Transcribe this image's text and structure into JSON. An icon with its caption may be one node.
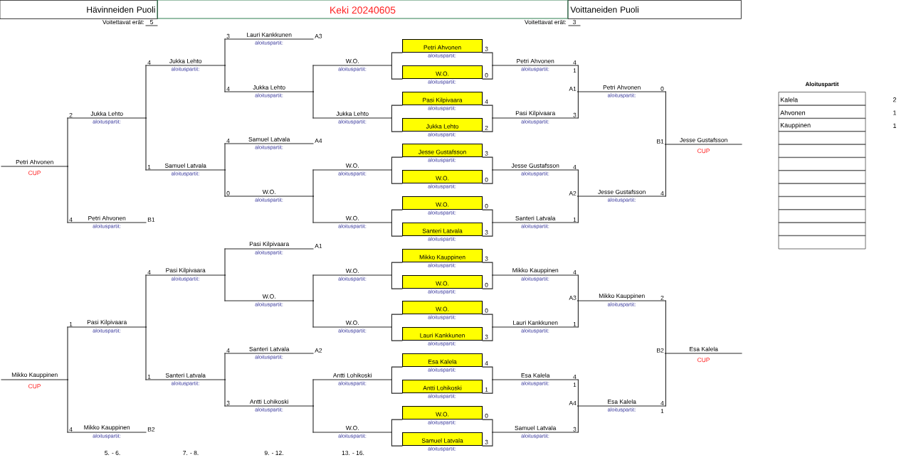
{
  "diagram": {
    "title": "Keki 20240605",
    "nodes": [
      {
        "text": [
          "Hävinneiden Puoli"
        ]
      },
      {
        "text": [
          "Voittaneiden Puoli"
        ]
      },
      {
        "text": [
          "Petri Ahvonen",
          "CUP"
        ]
      },
      {
        "text": [
          "Mikko Kauppinen",
          "CUP"
        ]
      },
      {
        "text": [
          "Jukka Lehto",
          "aloituspartit:",
          "2"
        ]
      },
      {
        "text": [
          "Petri Ahvonen",
          "aloituspartit:",
          "4"
        ],
        "beside": [
          "B1"
        ]
      },
      {
        "text": [
          "Pasi Kilpivaara",
          "aloituspartit:",
          "1"
        ]
      },
      {
        "text": [
          "Mikko Kauppinen",
          "aloituspartit:",
          "4"
        ],
        "beside": [
          "B2"
        ]
      },
      {
        "text": [
          "Jukka Lehto",
          "aloituspartit:",
          "4"
        ]
      },
      {
        "text": [
          "Samuel Latvala",
          "aloituspartit:",
          "1"
        ]
      },
      {
        "text": [
          "Pasi Kilpivaara",
          "aloituspartit:",
          "4"
        ]
      },
      {
        "text": [
          "Santeri Latvala",
          "aloituspartit:",
          "1"
        ]
      },
      {
        "text": [
          "Lauri Kankkunen",
          "aloituspartit:",
          "3"
        ],
        "beside": [
          "A3"
        ]
      },
      {
        "text": [
          "Jukka Lehto",
          "aloituspartit:",
          "4"
        ]
      },
      {
        "text": [
          "Samuel Latvala",
          "aloituspartit:",
          "4"
        ],
        "beside": [
          "A4"
        ]
      },
      {
        "text": [
          "W.O.",
          "aloituspartit:",
          "0"
        ]
      },
      {
        "text": [
          "Pasi Kilpivaara",
          "aloituspartit:"
        ],
        "beside": [
          "A1"
        ]
      },
      {
        "text": [
          "W.O.",
          "aloituspartit:"
        ]
      },
      {
        "text": [
          "Santeri Latvala",
          "aloituspartit:",
          "4"
        ],
        "beside": [
          "A2"
        ]
      },
      {
        "text": [
          "Antti Lohikoski",
          "aloituspartit:",
          "3"
        ]
      },
      {
        "text": [
          "W.O.",
          "aloituspartit:"
        ]
      },
      {
        "text": [
          "Jukka Lehto",
          "aloituspartit:"
        ]
      },
      {
        "text": [
          "W.O.",
          "aloituspartit:"
        ]
      },
      {
        "text": [
          "W.O.",
          "aloituspartit:"
        ]
      },
      {
        "text": [
          "W.O.",
          "aloituspartit:"
        ]
      },
      {
        "text": [
          "W.O.",
          "aloituspartit:"
        ]
      },
      {
        "text": [
          "Antti Lohikoski",
          "aloituspartit:"
        ]
      },
      {
        "text": [
          "W.O.",
          "aloituspartit:"
        ]
      },
      {
        "text": [
          "Petri Ahvonen",
          "aloituspartit:"
        ],
        "beside": [
          "3"
        ]
      },
      {
        "text": [
          "W.O.",
          "aloituspartit:"
        ],
        "beside": [
          "0"
        ]
      },
      {
        "text": [
          "Pasi Kilpivaara",
          "aloituspartit:"
        ],
        "beside": [
          "4"
        ]
      },
      {
        "text": [
          "Jukka Lehto",
          "aloituspartit:"
        ],
        "beside": [
          "2"
        ]
      },
      {
        "text": [
          "Jesse Gustafsson",
          "aloituspartit:"
        ],
        "beside": [
          "3"
        ]
      },
      {
        "text": [
          "W.O.",
          "aloituspartit:"
        ],
        "beside": [
          "0"
        ]
      },
      {
        "text": [
          "W.O.",
          "aloituspartit:"
        ],
        "beside": [
          "0"
        ]
      },
      {
        "text": [
          "Santeri Latvala",
          "aloituspartit:"
        ],
        "beside": [
          "3"
        ]
      },
      {
        "text": [
          "Mikko Kauppinen",
          "aloituspartit:"
        ],
        "beside": [
          "3"
        ]
      },
      {
        "text": [
          "W.O.",
          "aloituspartit:"
        ],
        "beside": [
          "0"
        ]
      },
      {
        "text": [
          "W.O.",
          "aloituspartit:"
        ],
        "beside": [
          "0"
        ]
      },
      {
        "text": [
          "Lauri Kankkunen",
          "aloituspartit:"
        ],
        "beside": [
          "3"
        ]
      },
      {
        "text": [
          "Esa Kalela",
          "aloituspartit:"
        ],
        "beside": [
          "4"
        ]
      },
      {
        "text": [
          "Antti Lohikoski",
          "aloituspartit:"
        ],
        "beside": [
          "1"
        ]
      },
      {
        "text": [
          "W.O.",
          "aloituspartit:"
        ],
        "beside": [
          "0"
        ]
      },
      {
        "text": [
          "Samuel Latvala",
          "aloituspartit:"
        ],
        "beside": [
          "3"
        ]
      },
      {
        "text": [
          "Petri Ahvonen",
          "aloituspartit:",
          "4",
          "1"
        ]
      },
      {
        "text": [
          "Pasi Kilpivaara",
          "aloituspartit:",
          "3"
        ]
      },
      {
        "text": [
          "Jesse Gustafsson",
          "aloituspartit:",
          "4"
        ]
      },
      {
        "text": [
          "Santeri Latvala",
          "aloituspartit:",
          "1"
        ]
      },
      {
        "text": [
          "Mikko Kauppinen",
          "aloituspartit:",
          "4"
        ]
      },
      {
        "text": [
          "Lauri Kankkunen",
          "aloituspartit:",
          "1"
        ]
      },
      {
        "text": [
          "Esa Kalela",
          "aloituspartit:",
          "4",
          "1"
        ]
      },
      {
        "text": [
          "Samuel Latvala",
          "aloituspartit:",
          "3"
        ]
      },
      {
        "text": [
          "Petri Ahvonen",
          "aloituspartit:",
          "0"
        ],
        "beside": [
          "A1"
        ]
      },
      {
        "text": [
          "Jesse Gustafsson",
          "aloituspartit:",
          "4"
        ],
        "beside": [
          "A2"
        ]
      },
      {
        "text": [
          "Mikko Kauppinen",
          "aloituspartit:",
          "2"
        ],
        "beside": [
          "A3"
        ]
      },
      {
        "text": [
          "Esa Kalela",
          "aloituspartit:",
          "4",
          "1"
        ],
        "beside": [
          "A4"
        ]
      },
      {
        "text": [
          "Jesse Gustafsson",
          "CUP"
        ],
        "beside": [
          "B1"
        ]
      },
      {
        "text": [
          "Esa Kalela",
          "CUP"
        ],
        "beside": [
          "B2"
        ]
      }
    ],
    "edges": [
      {
        "from": 4,
        "to": 2,
        "arrow": "none"
      },
      {
        "from": 5,
        "to": 2,
        "arrow": "none"
      },
      {
        "from": 6,
        "to": 3,
        "arrow": "none"
      },
      {
        "from": 7,
        "to": 3,
        "arrow": "none"
      },
      {
        "from": 8,
        "to": 4,
        "arrow": "none"
      },
      {
        "from": 9,
        "to": 4,
        "arrow": "none"
      },
      {
        "from": 10,
        "to": 6,
        "arrow": "none"
      },
      {
        "from": 11,
        "to": 6,
        "arrow": "none"
      },
      {
        "from": 12,
        "to": 8,
        "arrow": "none"
      },
      {
        "from": 13,
        "to": 8,
        "arrow": "none"
      },
      {
        "from": 14,
        "to": 9,
        "arrow": "none"
      },
      {
        "from": 15,
        "to": 9,
        "arrow": "none"
      },
      {
        "from": 16,
        "to": 10,
        "arrow": "none"
      },
      {
        "from": 17,
        "to": 10,
        "arrow": "none"
      },
      {
        "from": 18,
        "to": 11,
        "arrow": "none"
      },
      {
        "from": 19,
        "to": 11,
        "arrow": "none"
      },
      {
        "from": 20,
        "to": 13,
        "arrow": "none"
      },
      {
        "from": 21,
        "to": 13,
        "arrow": "none"
      },
      {
        "from": 22,
        "to": 15,
        "arrow": "none"
      },
      {
        "from": 23,
        "to": 15,
        "arrow": "none"
      },
      {
        "from": 24,
        "to": 17,
        "arrow": "none"
      },
      {
        "from": 25,
        "to": 17,
        "arrow": "none"
      },
      {
        "from": 26,
        "to": 19,
        "arrow": "none"
      },
      {
        "from": 27,
        "to": 19,
        "arrow": "none"
      },
      {
        "from": 28,
        "to": 20,
        "arrow": "none"
      },
      {
        "from": 29,
        "to": 20,
        "arrow": "none"
      },
      {
        "from": 30,
        "to": 21,
        "arrow": "none"
      },
      {
        "from": 31,
        "to": 21,
        "arrow": "none"
      },
      {
        "from": 32,
        "to": 22,
        "arrow": "none"
      },
      {
        "from": 33,
        "to": 22,
        "arrow": "none"
      },
      {
        "from": 34,
        "to": 23,
        "arrow": "none"
      },
      {
        "from": 35,
        "to": 23,
        "arrow": "none"
      },
      {
        "from": 36,
        "to": 24,
        "arrow": "none"
      },
      {
        "from": 37,
        "to": 24,
        "arrow": "none"
      },
      {
        "from": 38,
        "to": 25,
        "arrow": "none"
      },
      {
        "from": 39,
        "to": 25,
        "arrow": "none"
      },
      {
        "from": 40,
        "to": 26,
        "arrow": "none"
      },
      {
        "from": 41,
        "to": 26,
        "arrow": "none"
      },
      {
        "from": 42,
        "to": 27,
        "arrow": "none"
      },
      {
        "from": 43,
        "to": 27,
        "arrow": "none"
      },
      {
        "from": 28,
        "to": 44,
        "arrow": "none"
      },
      {
        "from": 29,
        "to": 44,
        "arrow": "none"
      },
      {
        "from": 30,
        "to": 45,
        "arrow": "none"
      },
      {
        "from": 31,
        "to": 45,
        "arrow": "none"
      },
      {
        "from": 32,
        "to": 46,
        "arrow": "none"
      },
      {
        "from": 33,
        "to": 46,
        "arrow": "none"
      },
      {
        "from": 34,
        "to": 47,
        "arrow": "none"
      },
      {
        "from": 35,
        "to": 47,
        "arrow": "none"
      },
      {
        "from": 36,
        "to": 48,
        "arrow": "none"
      },
      {
        "from": 37,
        "to": 48,
        "arrow": "none"
      },
      {
        "from": 38,
        "to": 49,
        "arrow": "none"
      },
      {
        "from": 39,
        "to": 49,
        "arrow": "none"
      },
      {
        "from": 40,
        "to": 50,
        "arrow": "none"
      },
      {
        "from": 41,
        "to": 50,
        "arrow": "none"
      },
      {
        "from": 42,
        "to": 51,
        "arrow": "none"
      },
      {
        "from": 43,
        "to": 51,
        "arrow": "none"
      },
      {
        "from": 44,
        "to": 52,
        "arrow": "none"
      },
      {
        "from": 45,
        "to": 52,
        "arrow": "none"
      },
      {
        "from": 46,
        "to": 53,
        "arrow": "none"
      },
      {
        "from": 47,
        "to": 53,
        "arrow": "none"
      },
      {
        "from": 48,
        "to": 54,
        "arrow": "none"
      },
      {
        "from": 49,
        "to": 54,
        "arrow": "none"
      },
      {
        "from": 50,
        "to": 55,
        "arrow": "none"
      },
      {
        "from": 51,
        "to": 55,
        "arrow": "none"
      },
      {
        "from": 52,
        "to": 56,
        "arrow": "none"
      },
      {
        "from": 53,
        "to": 56,
        "arrow": "none"
      },
      {
        "from": 54,
        "to": 57,
        "arrow": "none"
      },
      {
        "from": 55,
        "to": 57,
        "arrow": "none"
      }
    ],
    "labels": [
      "Voitettavat erät:",
      "5",
      "Voitettavat erät:",
      "3",
      "Aloituspartit",
      "Kalela",
      "2",
      "Ahvonen",
      "1",
      "Kauppinen",
      "1",
      "5. - 6.",
      "7. - 8.",
      "9. - 12.",
      "13. - 16."
    ]
  }
}
